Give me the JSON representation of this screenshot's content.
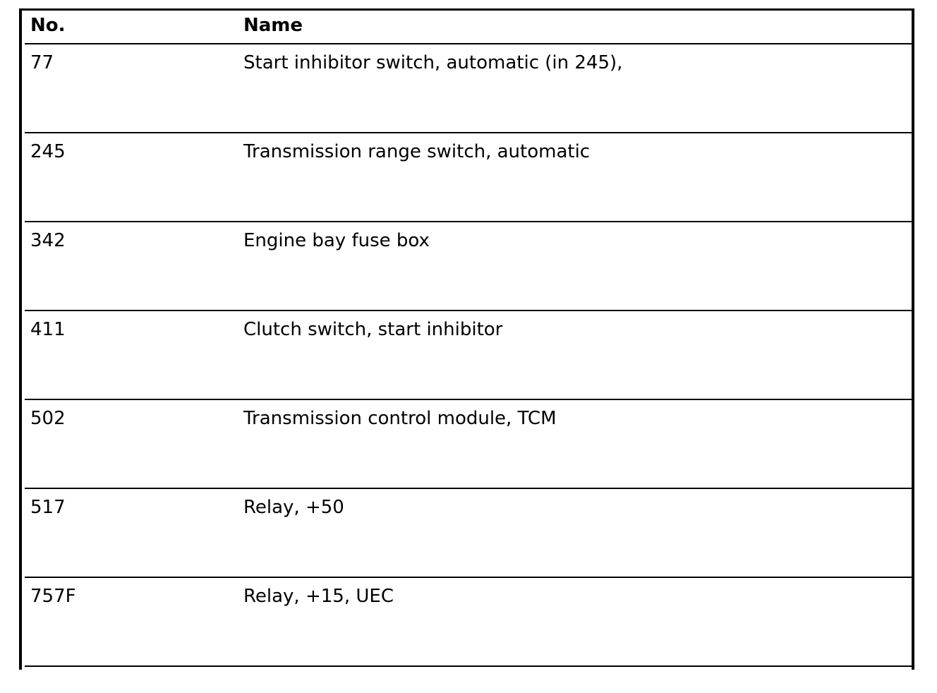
{
  "table": {
    "headers": {
      "no": "No.",
      "name": "Name"
    },
    "rows": [
      {
        "no": "77",
        "name": "Start inhibitor switch, automatic (in 245),"
      },
      {
        "no": "245",
        "name": "Transmission range switch, automatic"
      },
      {
        "no": "342",
        "name": "Engine bay fuse box"
      },
      {
        "no": "411",
        "name": "Clutch switch, start inhibitor"
      },
      {
        "no": "502",
        "name": "Transmission control module, TCM"
      },
      {
        "no": "517",
        "name": "Relay, +50"
      },
      {
        "no": "757F",
        "name": "Relay, +15, UEC"
      }
    ]
  }
}
